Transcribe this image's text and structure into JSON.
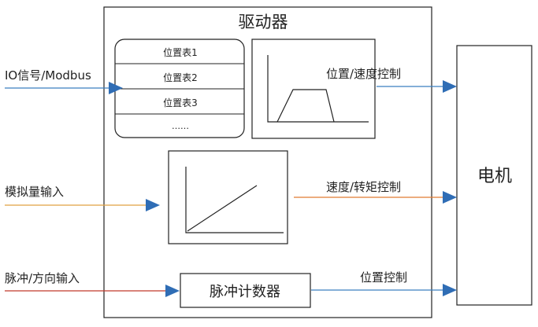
{
  "driver": {
    "title": "驱动器"
  },
  "motor": {
    "label": "电机"
  },
  "position_tables": [
    "位置表1",
    "位置表2",
    "位置表3",
    "……"
  ],
  "inputs": {
    "io_modbus": "IO信号/Modbus",
    "analog": "模拟量输入",
    "pulse_direction": "脉冲/方向输入"
  },
  "outputs": {
    "position_speed_control": "位置/速度控制",
    "speed_torque_control": "速度/转矩控制",
    "position_control": "位置控制"
  },
  "pulse_counter": {
    "label": "脉冲计数器"
  },
  "colors": {
    "io_line": "#3a7fc1",
    "analog_line": "#e0a040",
    "pulse_line": "#c0392b",
    "output_line_blue": "#3a7fc1",
    "output_line_orange": "#e07a30",
    "arrow": "#2f6db5",
    "box": "#222222"
  }
}
